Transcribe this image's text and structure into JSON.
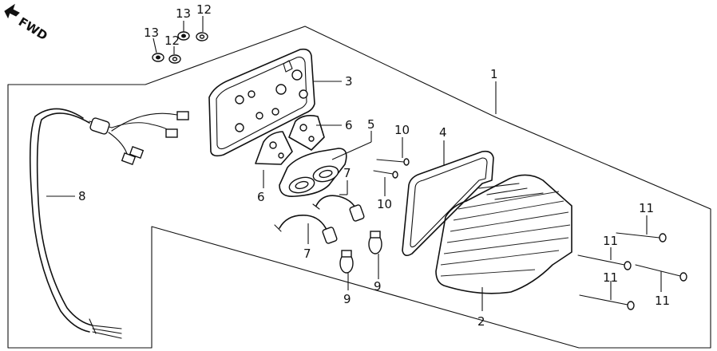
{
  "fwd_label": "FWD",
  "callouts": [
    {
      "id": "c1",
      "text": "1"
    },
    {
      "id": "c2",
      "text": "2"
    },
    {
      "id": "c3",
      "text": "3"
    },
    {
      "id": "c4",
      "text": "4"
    },
    {
      "id": "c5",
      "text": "5"
    },
    {
      "id": "c6a",
      "text": "6"
    },
    {
      "id": "c6b",
      "text": "6"
    },
    {
      "id": "c7a",
      "text": "7"
    },
    {
      "id": "c7b",
      "text": "7"
    },
    {
      "id": "c8",
      "text": "8"
    },
    {
      "id": "c9a",
      "text": "9"
    },
    {
      "id": "c9b",
      "text": "9"
    },
    {
      "id": "c10a",
      "text": "10"
    },
    {
      "id": "c10b",
      "text": "10"
    },
    {
      "id": "c11a",
      "text": "11"
    },
    {
      "id": "c11b",
      "text": "11"
    },
    {
      "id": "c11c",
      "text": "11"
    },
    {
      "id": "c11d",
      "text": "11"
    },
    {
      "id": "c12a",
      "text": "12"
    },
    {
      "id": "c12b",
      "text": "12"
    },
    {
      "id": "c13a",
      "text": "13"
    },
    {
      "id": "c13b",
      "text": "13"
    }
  ]
}
